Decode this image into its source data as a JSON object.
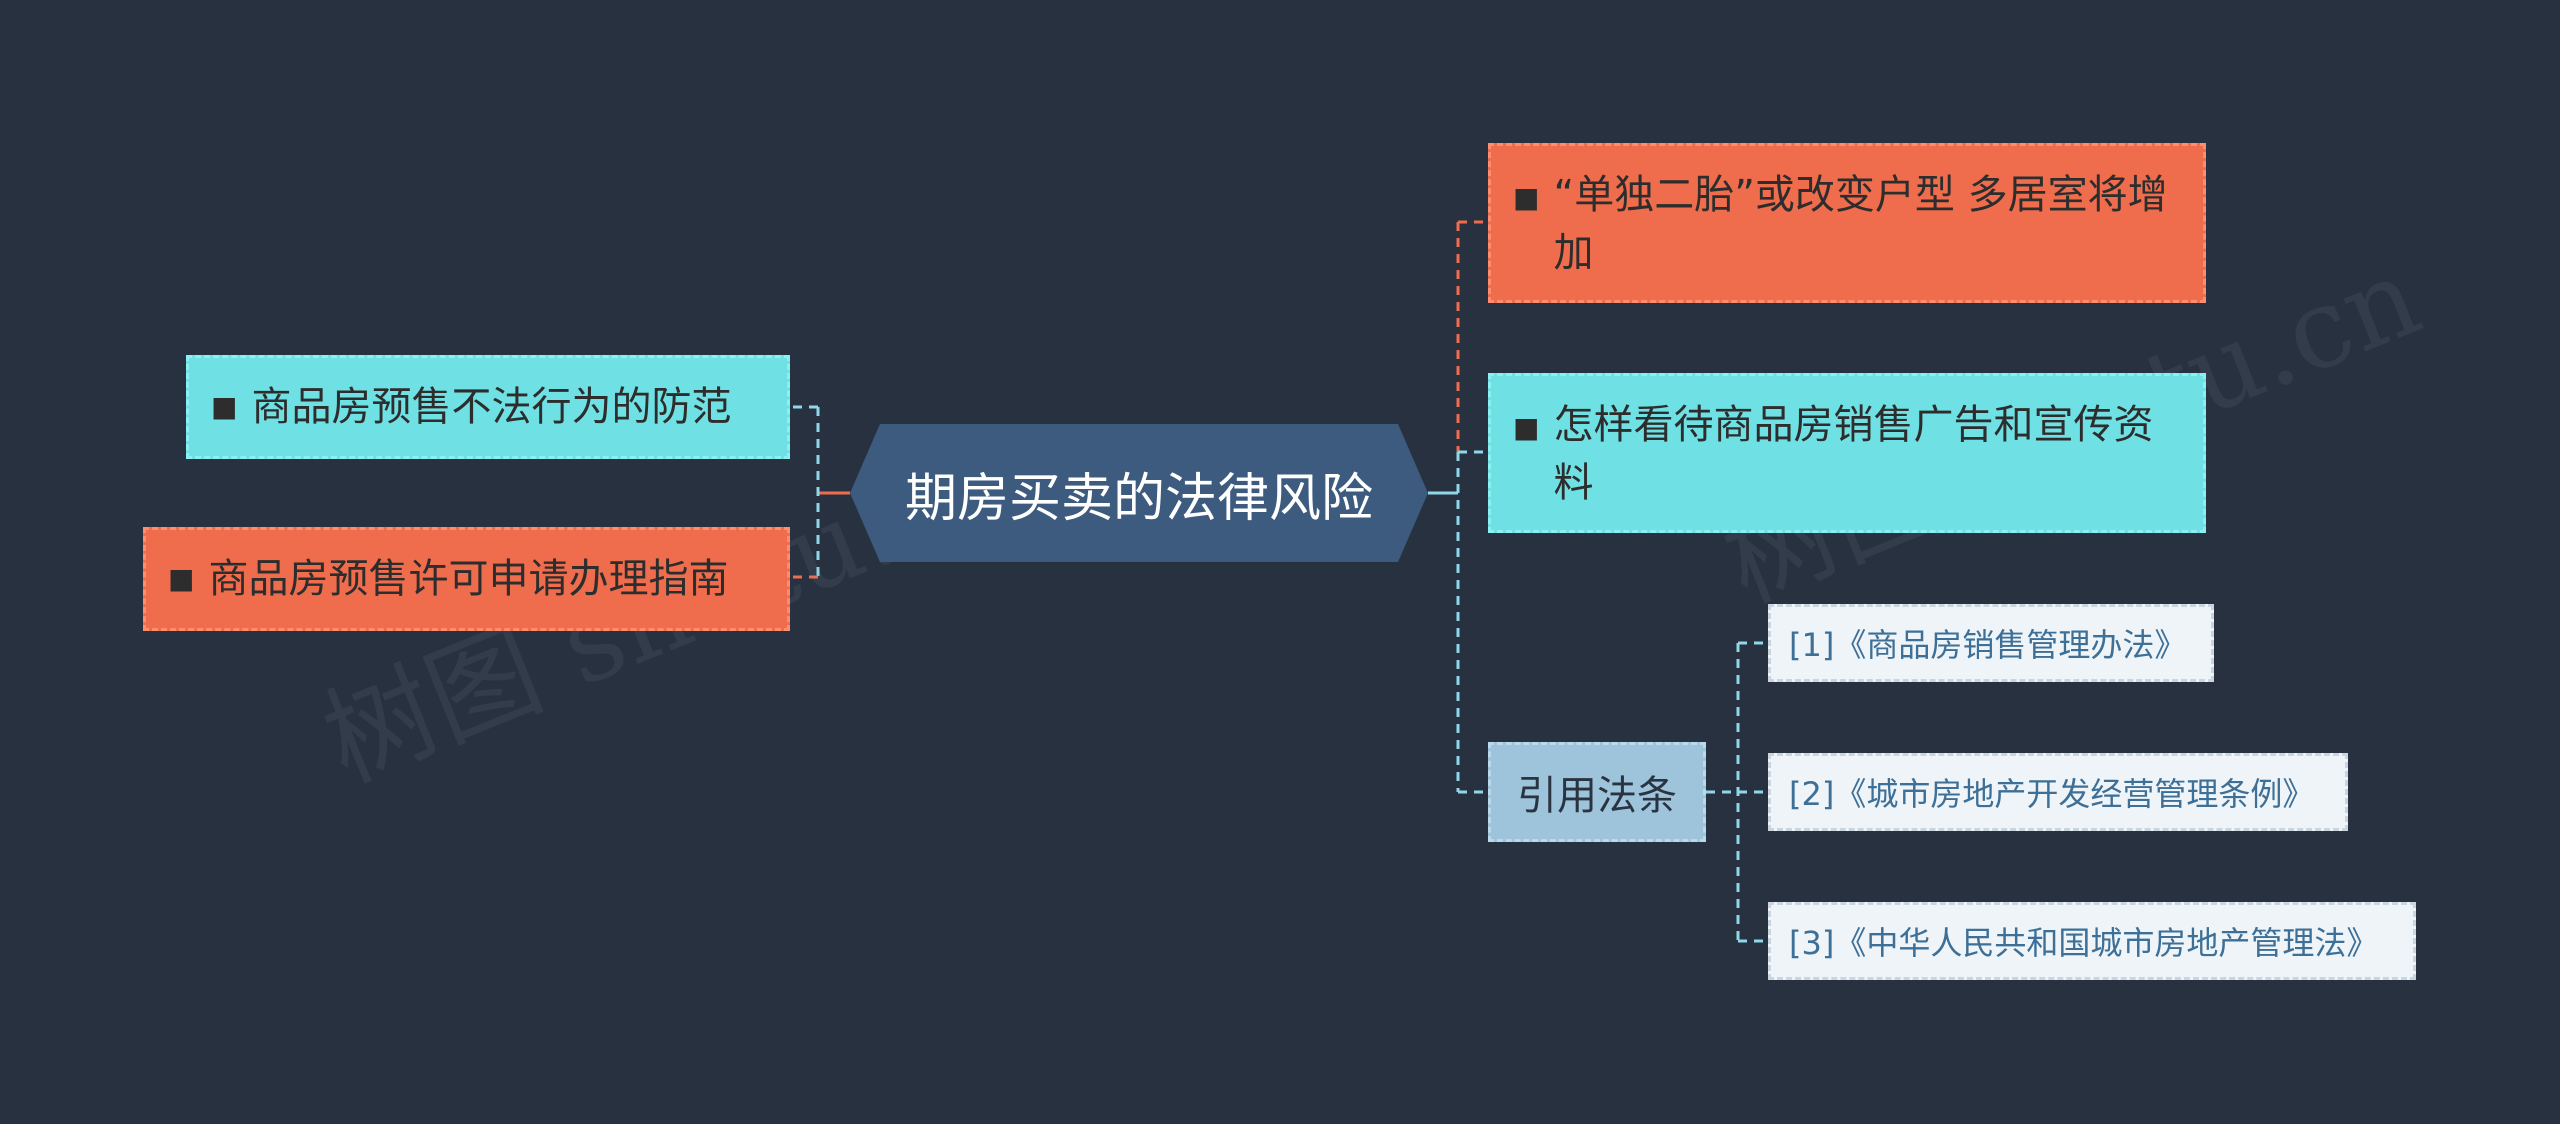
{
  "root": {
    "label": "期房买卖的法律风险"
  },
  "left_topics": [
    {
      "bullet": "■",
      "label": "商品房预售不法行为的防范",
      "color": "cyan"
    },
    {
      "bullet": "■",
      "label": "商品房预售许可申请办理指南",
      "color": "coral"
    }
  ],
  "right_topics": [
    {
      "bullet": "■",
      "label": "“单独二胎”或改变户型 多居室将增加",
      "color": "coral"
    },
    {
      "bullet": "■",
      "label": "怎样看待商品房销售广告和宣传资料",
      "color": "cyan"
    }
  ],
  "citations": {
    "label": "引用法条",
    "items": [
      "[1]《商品房销售管理办法》",
      "[2]《城市房地产开发经营管理条例》",
      "[3]《中华人民共和国城市房地产管理法》"
    ]
  },
  "colors": {
    "background": "#283140",
    "root_fill": "#3d5a7f",
    "cyan": "#6fe0e4",
    "coral": "#ef6d4d",
    "citation_fill": "#9ec4dc",
    "reference_fill": "#eef4f8",
    "reference_text": "#3d6f97",
    "connector_cyan": "#8fd8e8",
    "connector_coral": "#ef6d4d"
  },
  "watermark": [
    "树图 shutu.cn",
    "树图 shutu.cn"
  ]
}
